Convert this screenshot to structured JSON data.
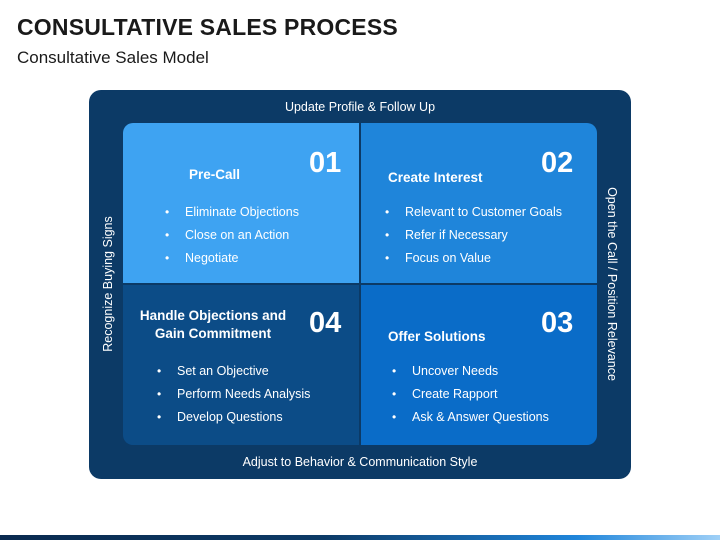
{
  "header": {
    "title": "CONSULTATIVE SALES PROCESS",
    "subtitle": "Consultative Sales Model"
  },
  "frame": {
    "top_label": "Update Profile & Follow Up",
    "bottom_label": "Adjust to Behavior & Communication Style",
    "left_label": "Recognize Buying Signs",
    "right_label": "Open the Call / Position Relevance"
  },
  "quadrants": [
    {
      "number": "01",
      "title": "Pre-Call",
      "items": [
        "Eliminate Objections",
        "Close on an Action",
        "Negotiate"
      ],
      "color": "#3ea3f2"
    },
    {
      "number": "02",
      "title": "Create Interest",
      "items": [
        "Relevant to Customer Goals",
        "Refer if Necessary",
        "Focus on Value"
      ],
      "color": "#1f85da"
    },
    {
      "number": "03",
      "title": "Offer Solutions",
      "items": [
        "Uncover Needs",
        "Create Rapport",
        "Ask & Answer Questions"
      ],
      "color": "#0a6cc8"
    },
    {
      "number": "04",
      "title_line1": "Handle Objections and",
      "title_line2": "Gain Commitment",
      "items": [
        "Set an Objective",
        "Perform Needs Analysis",
        "Develop Questions"
      ],
      "color": "#0c4c87"
    }
  ],
  "colors": {
    "frame": "#0c3a66",
    "text": "#ffffff"
  }
}
